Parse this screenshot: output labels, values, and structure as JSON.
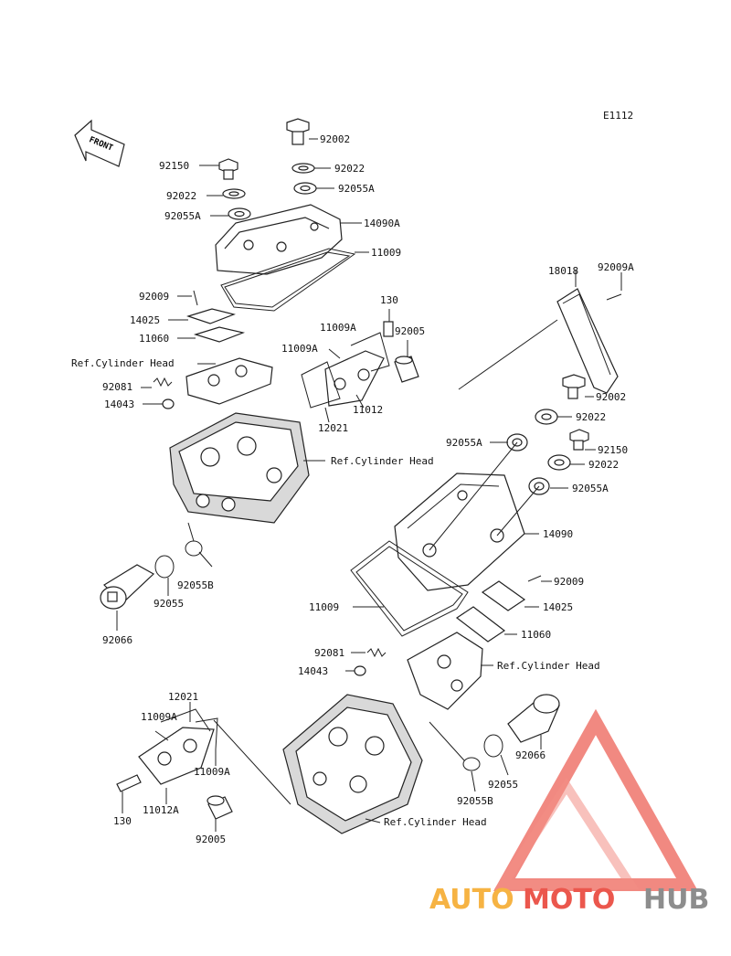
{
  "diagram_code": "E1112",
  "front_label": "FRONT",
  "labels": {
    "p92002_a": "92002",
    "p92022_a": "92022",
    "p92055A_a": "92055A",
    "p92150_a": "92150",
    "p92022_b": "92022",
    "p92055A_b": "92055A",
    "p14090A": "14090A",
    "p11009_a": "11009",
    "p92009_a": "92009",
    "p14025_a": "14025",
    "p11060_a": "11060",
    "ref_cyl_head_a": "Ref.Cylinder Head",
    "p92081_a": "92081",
    "p14043_a": "14043",
    "p130_a": "130",
    "p11009A_a": "11009A",
    "p92005_a": "92005",
    "p11009A_b": "11009A",
    "p11012": "11012",
    "p12021_a": "12021",
    "ref_cyl_head_b": "Ref.Cylinder Head",
    "p92055B_a": "92055B",
    "p92055_a": "92055",
    "p92066_a": "92066",
    "p18018": "18018",
    "p92009A": "92009A",
    "p92002_b": "92002",
    "p92022_c": "92022",
    "p92055A_c": "92055A",
    "p92150_b": "92150",
    "p92022_d": "92022",
    "p92055A_d": "92055A",
    "p14090": "14090",
    "p11009_b": "11009",
    "p92009_b": "92009",
    "p14025_b": "14025",
    "p11060_b": "11060",
    "p92081_b": "92081",
    "p14043_b": "14043",
    "ref_cyl_head_c": "Ref.Cylinder Head",
    "p12021_b": "12021",
    "p11009A_c": "11009A",
    "p11009A_d": "11009A",
    "p92066_b": "92066",
    "p92055_b": "92055",
    "p130_b": "130",
    "p11012A": "11012A",
    "p92055B_b": "92055B",
    "p92005_b": "92005",
    "ref_cyl_head_d": "Ref.Cylinder Head"
  },
  "watermark": {
    "part1": "AUTO",
    "part2": "MOTO",
    "part3": "HUB",
    "colors": {
      "orange": "#f5a623",
      "red": "#e83a2e",
      "gray": "#7a7a7a"
    }
  }
}
